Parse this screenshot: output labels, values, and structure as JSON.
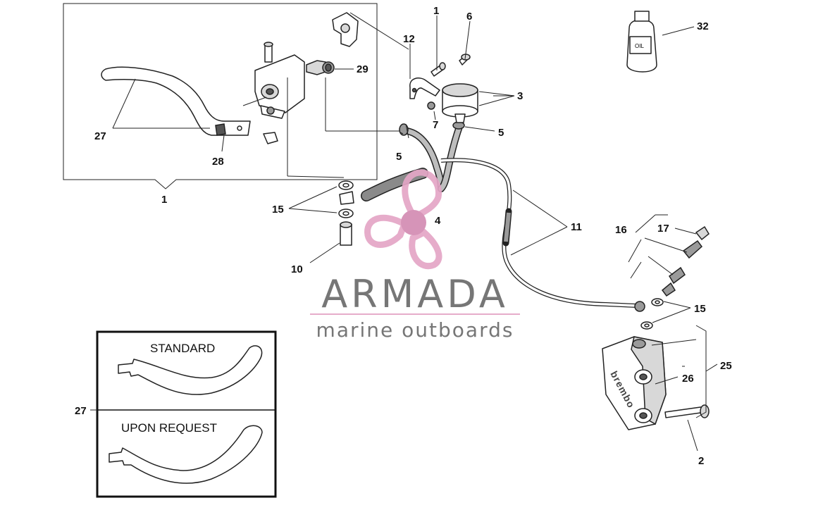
{
  "callouts": {
    "c1_top": "1",
    "c6": "6",
    "c12": "12",
    "c32": "32",
    "c29": "29",
    "c3": "3",
    "c7": "7",
    "c5_right": "5",
    "c27": "27",
    "c28": "28",
    "c5_left": "5",
    "c1_bottom": "1",
    "c15_left": "15",
    "c4": "4",
    "c11": "11",
    "c16": "16",
    "c17": "17",
    "c10": "10",
    "c15_right": "15",
    "c25": "25",
    "c26": "26",
    "c2": "2",
    "c27_inset": "27"
  },
  "oil_label": "OIL",
  "caliper_brand": "brembo",
  "inset": {
    "standard_label": "STANDARD",
    "upon_request_label": "UPON REQUEST"
  },
  "watermark": {
    "brand": "ARMADA",
    "tagline": "marine outboards",
    "colors": {
      "pink": "#e4a6c6",
      "pink_dark": "#d38bb2",
      "grey": "#6b6b6b"
    }
  }
}
